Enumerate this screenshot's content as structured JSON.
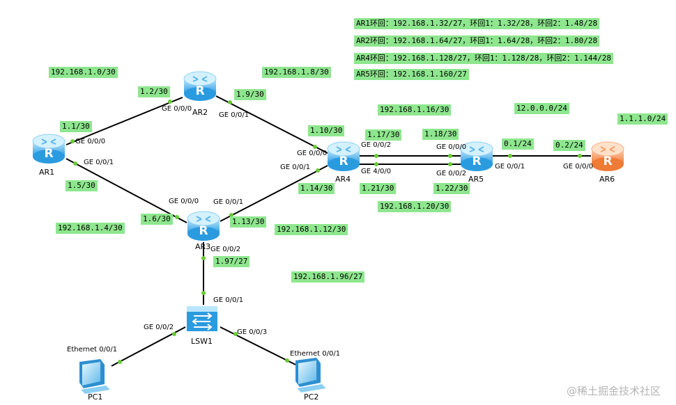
{
  "notes": [
    "AR1环回：192.168.1.32/27，环回1：1.32/28，环回2：1.48/28",
    "AR2环回：192.168.1.64/27，环回1：1.64/28，环回2：1.80/28",
    "AR4环回：192.168.1.128/27，环回1：1.128/28，环回2：1.144/28",
    "AR5环回：192.168.1.160/27"
  ],
  "devices": {
    "ar1": "AR1",
    "ar2": "AR2",
    "ar3": "AR3",
    "ar4": "AR4",
    "ar5": "AR5",
    "ar6": "AR6",
    "lsw1": "LSW1",
    "pc1": "PC1",
    "pc2": "PC2"
  },
  "networks": {
    "n0": "192.168.1.0/30",
    "n8": "192.168.1.8/30",
    "n16": "192.168.1.16/30",
    "n4": "192.168.1.4/30",
    "n12": "192.168.1.12/30",
    "n20": "192.168.1.20/30",
    "n96": "192.168.1.96/27",
    "n12net": "12.0.0.0/24",
    "n111": "1.1.1.0/24"
  },
  "addresses": {
    "a12": "1.2/30",
    "a11": "1.1/30",
    "a19": "1.9/30",
    "a110": "1.10/30",
    "a15": "1.5/30",
    "a117": "1.17/30",
    "a118": "1.18/30",
    "a01": "0.1/24",
    "a02": "0.2/24",
    "a114": "1.14/30",
    "a121": "1.21/30",
    "a122": "1.22/30",
    "a16": "1.6/30",
    "a113": "1.13/30",
    "a197": "1.97/27"
  },
  "ports": {
    "ar2_g000": "GE 0/0/0",
    "ar2_g001": "GE 0/0/1",
    "ar1_g000": "GE 0/0/0",
    "ar1_g001": "GE 0/0/1",
    "ar4_g000": "GE 0/0/0",
    "ar4_g001": "GE 0/0/1",
    "ar4_g002": "GE 0/0/2",
    "ar4_g400": "GE 4/0/0",
    "ar5_g000": "GE 0/0/0",
    "ar5_g002": "GE 0/0/2",
    "ar5_g001": "GE 0/0/1",
    "ar6_g000": "GE 0/0/0",
    "ar3_g000": "GE 0/0/0",
    "ar3_g001": "GE 0/0/1",
    "ar3_g002": "GE 0/0/2",
    "lsw_g001": "GE 0/0/1",
    "lsw_g002": "GE 0/0/2",
    "lsw_g003": "GE 0/0/3",
    "pc1_eth": "Ethernet 0/0/1",
    "pc2_eth": "Ethernet 0/0/1"
  },
  "watermark": "@稀土掘金技术社区",
  "colors": {
    "label_bg": "#8ee68e",
    "link": "#000000",
    "port_dot": "#66cc33",
    "router_blue": "#3aa7e8",
    "router_orange": "#f08a48"
  },
  "icons": {
    "router": "router-icon",
    "switch": "switch-icon",
    "pc": "pc-icon"
  }
}
